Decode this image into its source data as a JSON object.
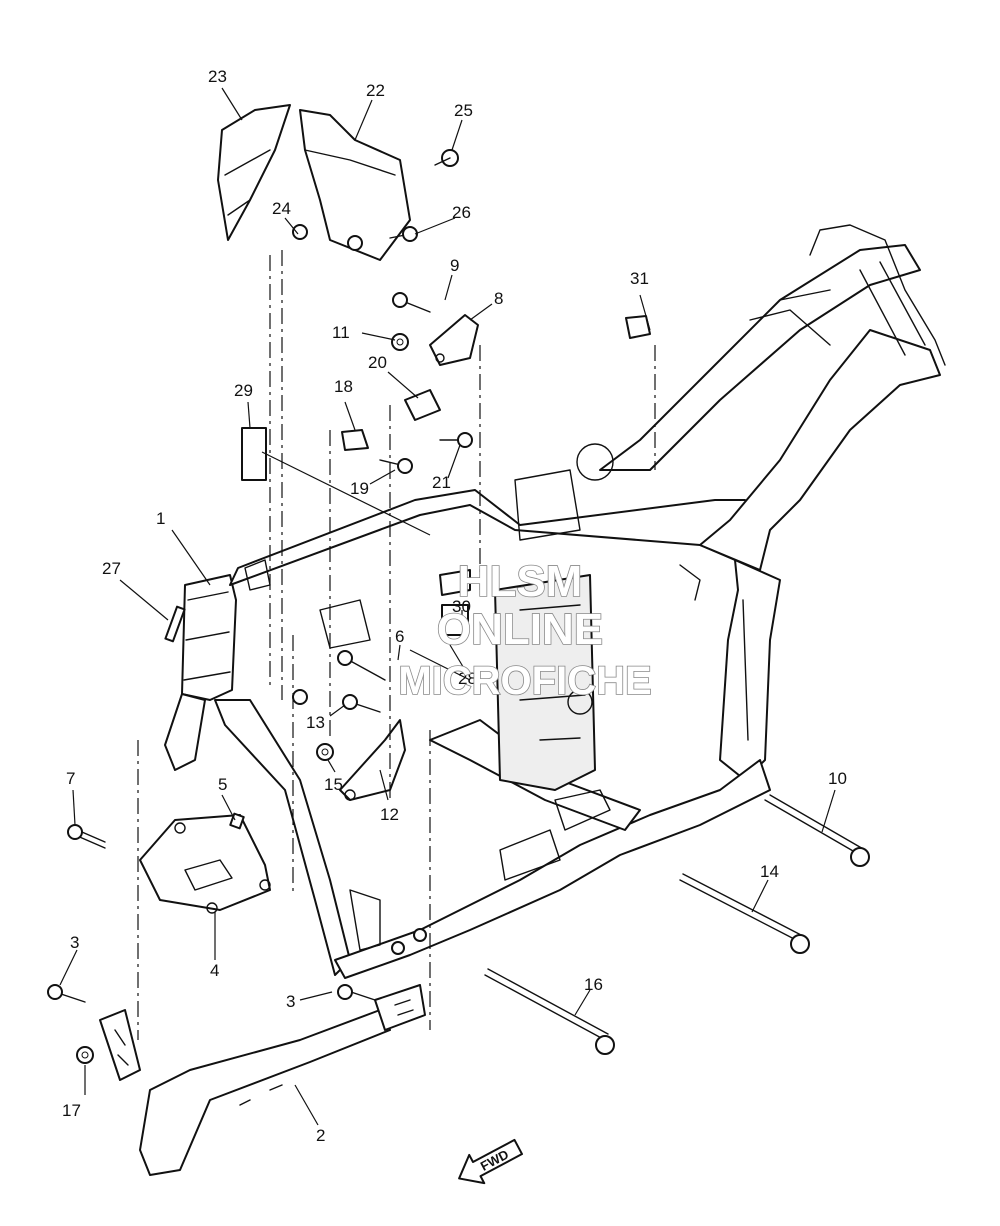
{
  "diagram": {
    "callouts": [
      "1",
      "2",
      "3",
      "3",
      "4",
      "5",
      "6",
      "7",
      "8",
      "9",
      "10",
      "11",
      "12",
      "13",
      "14",
      "15",
      "16",
      "17",
      "18",
      "19",
      "20",
      "21",
      "22",
      "23",
      "24",
      "25",
      "26",
      "27",
      "28",
      "29",
      "30",
      "31"
    ],
    "watermark": [
      "HLSM",
      "ONLINE",
      "MICROFICHE"
    ],
    "direction_label": "FWD"
  }
}
